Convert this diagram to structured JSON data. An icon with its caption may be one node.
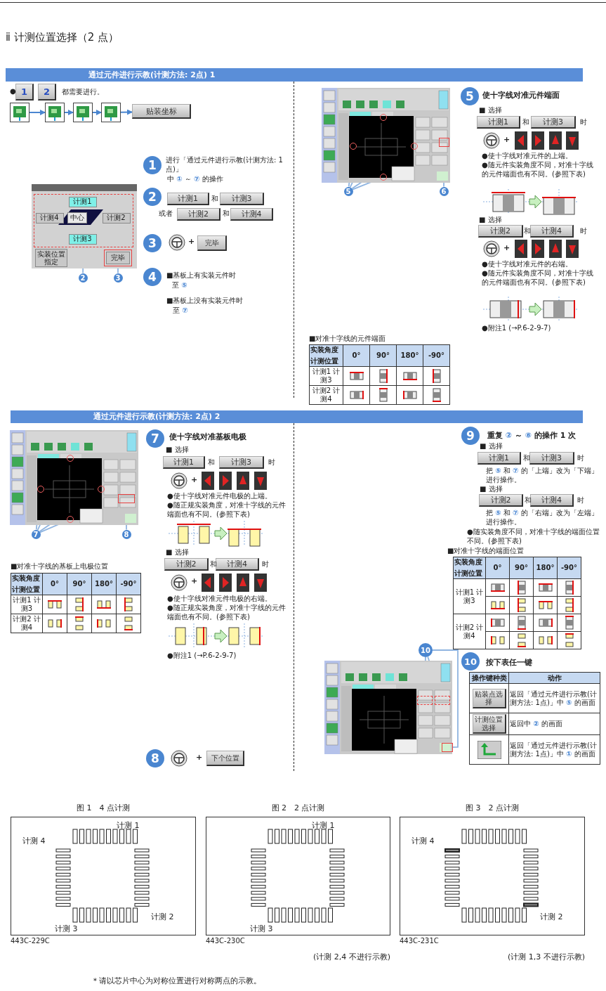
{
  "diagram": {
    "title": "ⅱ 计测位置选择（2 点）",
    "nodes": [
      {
        "text": [
          "通过元件进行示教(计测方法: 2点) 1"
        ]
      },
      {
        "text": [
          "1"
        ]
      },
      {
        "text": [
          "2"
        ]
      },
      {
        "text": [
          "贴装坐标"
        ]
      },
      {
        "text": [
          "1"
        ]
      },
      {
        "text": [
          "2"
        ]
      },
      {
        "text": [
          "计测1"
        ]
      },
      {
        "text": [
          "计测3"
        ]
      },
      {
        "text": [
          "计测2"
        ]
      },
      {
        "text": [
          "计测4"
        ]
      },
      {
        "text": [
          "3"
        ]
      },
      {
        "text": [
          "完毕"
        ]
      },
      {
        "text": [
          "4"
        ]
      },
      {
        "text": [],
        "shape": "box"
      },
      {
        "text": [
          "计测1"
        ],
        "in": 13
      },
      {
        "text": [
          "计测4"
        ],
        "in": 13
      },
      {
        "text": [
          "中心"
        ],
        "in": 13
      },
      {
        "text": [
          "计测2"
        ],
        "in": 13
      },
      {
        "text": [
          "计测3"
        ],
        "in": 13
      },
      {
        "text": [
          "实装位置指定"
        ]
      },
      {
        "text": [],
        "shape": "box"
      },
      {
        "text": [
          "完毕"
        ],
        "in": 20
      },
      {
        "text": [
          "2"
        ]
      },
      {
        "text": [
          "3"
        ]
      },
      {
        "text": [
          "5"
        ]
      },
      {
        "text": [
          "计测1"
        ]
      },
      {
        "text": [
          "计测3"
        ]
      },
      {
        "text": [
          "计测2"
        ]
      },
      {
        "text": [
          "计测4"
        ]
      },
      {
        "text": [
          "5"
        ]
      },
      {
        "text": [],
        "shape": "circle"
      },
      {
        "text": [],
        "shape": "circle"
      },
      {
        "text": [],
        "shape": "circle"
      },
      {
        "text": [],
        "shape": "circle"
      },
      {
        "text": [
          "6"
        ]
      },
      {
        "text": [],
        "shape": "box"
      },
      {
        "text": [
          "通过元件进行示教(计测方法: 2点) 2"
        ]
      },
      {
        "text": [
          "7"
        ]
      },
      {
        "text": [],
        "shape": "circle"
      },
      {
        "text": [],
        "shape": "circle"
      },
      {
        "text": [],
        "shape": "circle"
      },
      {
        "text": [],
        "shape": "circle"
      },
      {
        "text": [
          "8"
        ]
      },
      {
        "text": [],
        "shape": "box"
      },
      {
        "text": [
          "7"
        ]
      },
      {
        "text": [
          "计测1"
        ]
      },
      {
        "text": [
          "计测3"
        ]
      },
      {
        "text": [
          "计测2"
        ]
      },
      {
        "text": [
          "计测4"
        ]
      },
      {
        "text": [
          "8"
        ]
      },
      {
        "text": [
          "下个位置"
        ]
      },
      {
        "text": [
          "9"
        ]
      },
      {
        "text": [
          "计测1"
        ]
      },
      {
        "text": [
          "计测3"
        ]
      },
      {
        "text": [
          "计测2"
        ]
      },
      {
        "text": [
          "计测4"
        ]
      },
      {
        "text": [
          "10"
        ]
      },
      {
        "text": [
          "10"
        ]
      },
      {
        "text": [],
        "shape": "box"
      },
      {
        "text": [],
        "shape": "box"
      },
      {
        "text": [],
        "shape": "box"
      },
      {
        "text": [
          "贴装点选择"
        ]
      },
      {
        "text": [
          "计测位置选择"
        ]
      },
      {
        "text": [
          "图 1　4 点计测",
          "计测 1",
          "计测 4",
          "计测 2",
          "计测 3"
        ],
        "beside": [
          "443C-229C"
        ]
      },
      {
        "text": [
          "图 2　2 点计测",
          "计测 1",
          "计测 3"
        ],
        "beside": [
          "443C-230C",
          "(计测 2,4 不进行示教)"
        ]
      },
      {
        "text": [
          "图 3　2 点计测",
          "计测 4",
          "计测 2"
        ],
        "beside": [
          "443C-231C",
          "(计测 1,3 不进行示教)"
        ]
      },
      {
        "text": [],
        "shape": "picture"
      },
      {
        "text": [],
        "shape": "picture"
      },
      {
        "text": [],
        "shape": "picture"
      },
      {
        "text": [],
        "shape": "picture"
      }
    ],
    "edges": [
      {
        "from": 22,
        "to": 13,
        "arrow": "none"
      },
      {
        "from": 23,
        "to": 20,
        "arrow": "none"
      },
      {
        "from": 29,
        "to": 30,
        "arrow": "none"
      },
      {
        "from": 29,
        "to": 31,
        "arrow": "none"
      },
      {
        "from": 29,
        "to": 32,
        "arrow": "none"
      },
      {
        "from": 29,
        "to": 33,
        "arrow": "none"
      },
      {
        "from": 34,
        "to": 35,
        "arrow": "none"
      },
      {
        "from": 37,
        "to": 38,
        "arrow": "none"
      },
      {
        "from": 37,
        "to": 39,
        "arrow": "none"
      },
      {
        "from": 37,
        "to": 40,
        "arrow": "none"
      },
      {
        "from": 37,
        "to": 41,
        "arrow": "none"
      },
      {
        "from": 42,
        "to": 43,
        "arrow": "none"
      },
      {
        "from": 57,
        "to": 58,
        "arrow": "none"
      },
      {
        "from": 57,
        "to": 59,
        "arrow": "none"
      },
      {
        "from": 57,
        "to": 60,
        "arrow": "none"
      },
      {
        "from": 66,
        "to": 67,
        "arrow": "to"
      },
      {
        "from": 67,
        "to": 68,
        "arrow": "to"
      },
      {
        "from": 68,
        "to": 69,
        "arrow": "to"
      },
      {
        "from": 69,
        "to": 3,
        "arrow": "to"
      }
    ],
    "labels": [
      "●",
      "都需要进行。",
      "进行「通过元件进行示教(计测方法: 1点)」",
      "中 ① ～ ⑦ 的操作",
      "和",
      "或者",
      "和",
      "+",
      "■基板上有实装元件时",
      "至 ⑤",
      "■基板上没有实装元件时",
      "至 ⑦",
      "使十字线对准元件端面",
      "■ 选择",
      "和",
      "时",
      "+",
      "●使十字线对准元件的上端。",
      "●随元件实装角度不同，对准十字线的元件端面也有不同。(参照下表)",
      "■ 选择",
      "和",
      "时",
      "+",
      "●使十字线对准元件的右端。",
      "●随元件实装角度不同，对准十字线的元件端面也有不同。(参照下表)",
      "●附注1 (→P.6-2-9-7)",
      "■对准十字线的元件端面",
      "实装角度",
      "计测位置",
      "0°",
      "90°",
      "180°",
      "-90°",
      "计测1 计测3",
      "计测2 计测4",
      "使十字线对准基板电极",
      "■ 选择",
      "和",
      "时",
      "+",
      "●使十字线对准元件电极的上端。",
      "●随正规实装角度，对准十字线的元件端面也有不同。(参照下表)",
      "■ 选择",
      "和",
      "时",
      "+",
      "●使十字线对准元件电极的右端。",
      "●随正规实装角度，对准十字线的元件端面也有不同。(参照下表)",
      "●附注1 (→P.6-2-9-7)",
      "■对准十字线的基板上电极位置",
      "实装角度",
      "计测位置",
      "0°",
      "90°",
      "180°",
      "-90°",
      "计测1 计测3",
      "计测2 计测4",
      "+",
      "重复 ② ～ ⑧ 的操作 1 次",
      "■ 选择",
      "和",
      "时",
      "把 ⑤ 和 ⑦ 的「上端」改为「下端」进行操作。",
      "■ 选择",
      "和",
      "时",
      "把 ⑤ 和 ⑦ 的「右端」改为「左端」进行操作。",
      "●随实装角度不同，对准十字线的端面位置不同。(参照下表)",
      "■对准十字线的端面位置",
      "实装角度",
      "计测位置",
      "0°",
      "90°",
      "180°",
      "-90°",
      "计测1 计测3",
      "计测2 计测4",
      "按下表任一键",
      "操作键种类",
      "动作",
      "返回「通过元件进行示教(计测方法: 1点)」中 ⑤ 的画面",
      "返回中 ② 的画面",
      "返回「通过元件进行示教(计测方法: 1点)」中 ① 的画面",
      "＊请以芯片中心为对称位置进行对称两点的示教。"
    ]
  }
}
